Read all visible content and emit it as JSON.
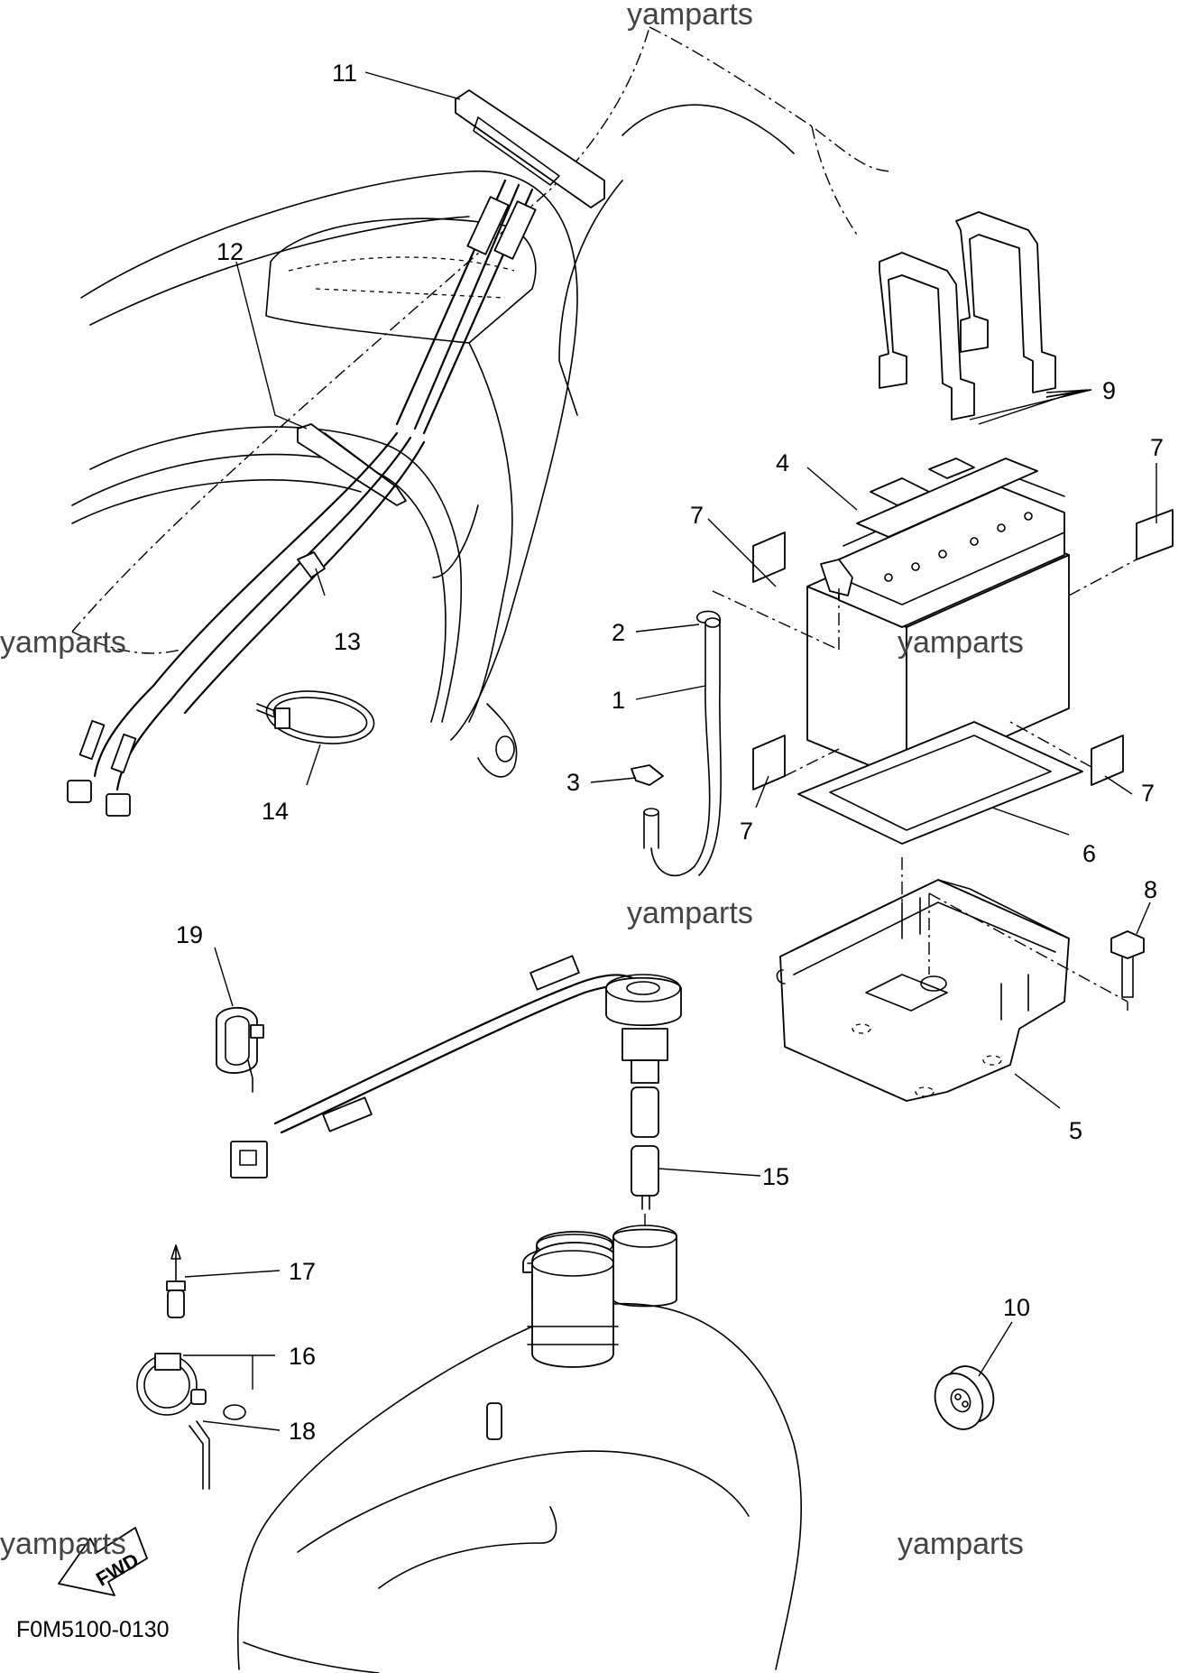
{
  "diagram": {
    "code": "F0M5100-0130",
    "watermark": "yamparts",
    "fwd_arrow": "FWD",
    "callouts": {
      "c1": "1",
      "c2": "2",
      "c3": "3",
      "c4": "4",
      "c5": "5",
      "c6": "6",
      "c7a": "7",
      "c7b": "7",
      "c7c": "7",
      "c7d": "7",
      "c8": "8",
      "c9": "9",
      "c10": "10",
      "c11": "11",
      "c12": "12",
      "c13": "13",
      "c14": "14",
      "c15": "15",
      "c16": "16",
      "c17": "17",
      "c18": "18",
      "c19": "19"
    }
  }
}
